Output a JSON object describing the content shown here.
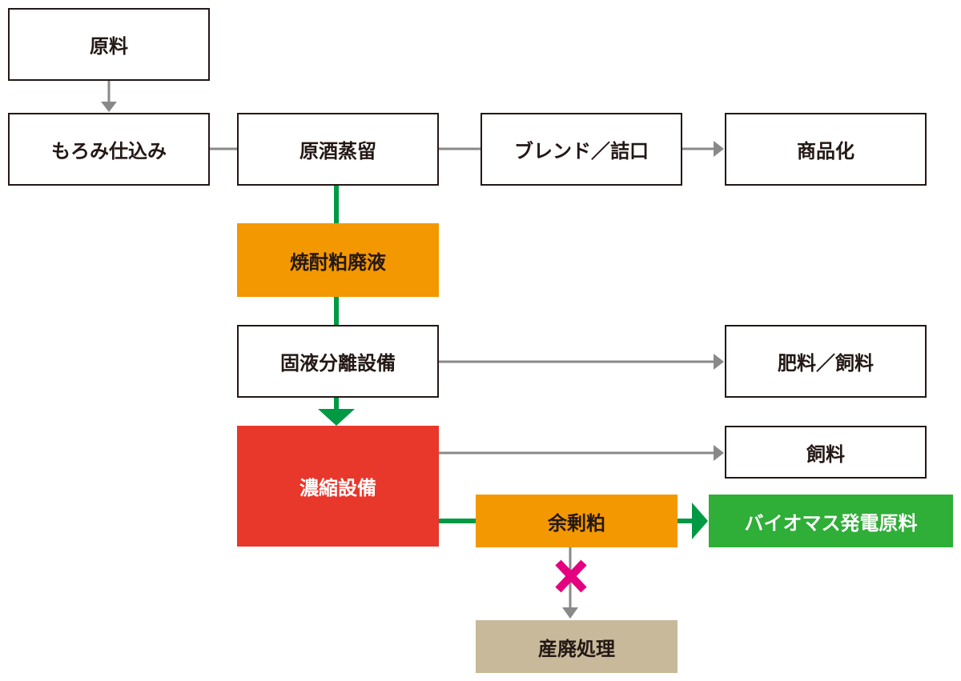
{
  "nodes": {
    "raw_material": "原料",
    "moromi": "もろみ仕込み",
    "distillation": "原酒蒸留",
    "blend_bottling": "ブレンド／詰口",
    "commercialization": "商品化",
    "shochu_waste": "焼酎粕廃液",
    "separation": "固液分離設備",
    "fertilizer_feed": "肥料／飼料",
    "concentration": "濃縮設備",
    "feed": "飼料",
    "surplus": "余剰粕",
    "biomass": "バイオマス発電原料",
    "industrial_disposal": "産廃処理"
  },
  "colors": {
    "text": "#231815",
    "grey_flow": "#898989",
    "green_flow": "#009944",
    "orange": "#f39800",
    "red": "#e8372b",
    "green": "#2fae38",
    "beige": "#c8b99a",
    "cross_mark": "#e4007f"
  },
  "icons": {
    "blocked_flow": "cross-mark-icon"
  }
}
